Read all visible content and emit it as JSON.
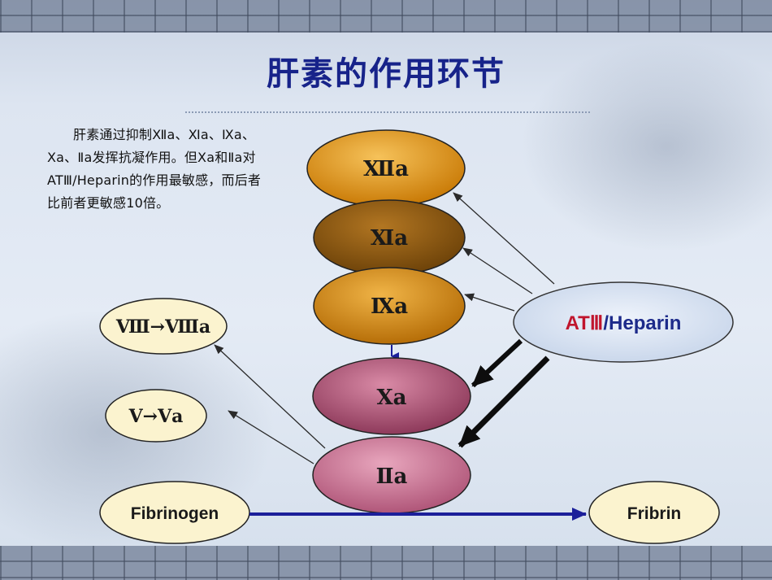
{
  "title": "肝素的作用环节",
  "description": "肝素通过抑制Ⅻa、Ⅺa、Ⅸa、Ⅹa、Ⅱa发挥抗凝作用。但Ⅹa和Ⅱa对ATⅢ/Heparin的作用最敏感，而后者比前者更敏感10倍。",
  "factors": {
    "f12a": "Ⅻa",
    "f11a": "Ⅺa",
    "f9a": "Ⅸa",
    "f10a": "Ⅹa",
    "f2a": "Ⅱa"
  },
  "cofactors": {
    "f8": "Ⅷ→Ⅷa",
    "f5": "Ⅴ→Ⅴa"
  },
  "at_heparin": {
    "at": "ATⅢ",
    "heparin": "/Heparin"
  },
  "fibrinogen": "Fibrinogen",
  "fibrin": "Fribrin",
  "colors": {
    "title": "#17238a",
    "orange": "#e0940f",
    "brown": "#8f5a0c",
    "pink": "#b8587c",
    "cream": "#fbf3cf",
    "at_fill": "#d3deef",
    "arrow_blue": "#1b1f9a",
    "at_red": "#c0152d",
    "heparin_blue": "#1c2a8a"
  }
}
